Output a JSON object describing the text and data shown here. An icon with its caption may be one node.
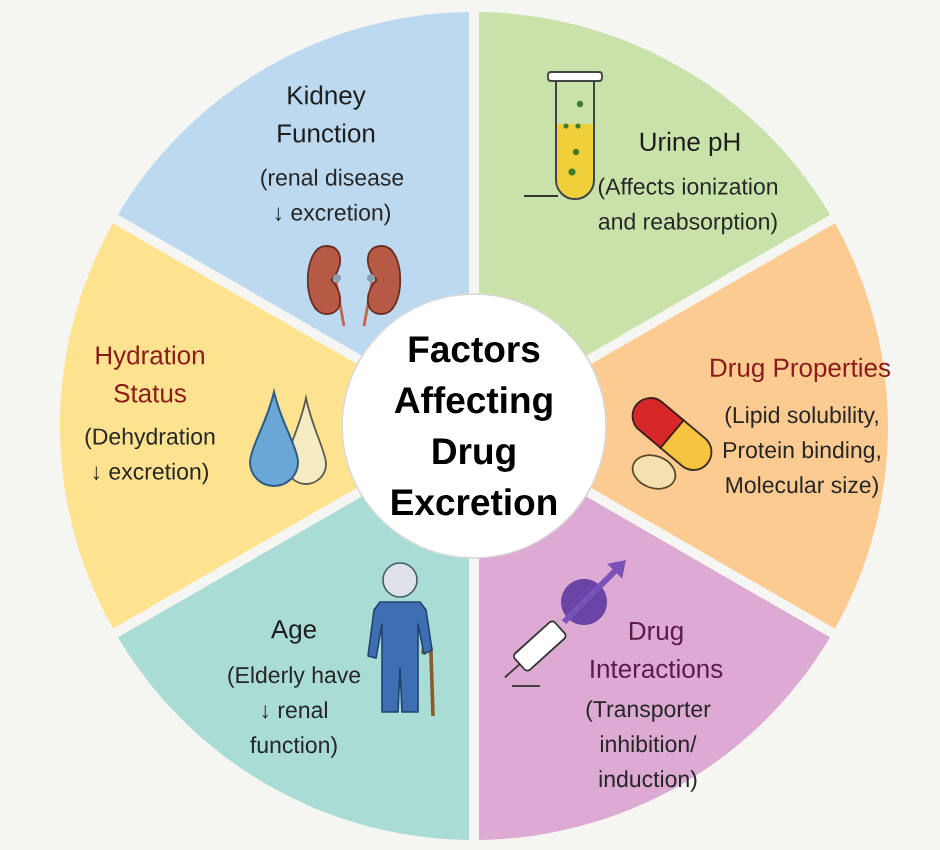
{
  "diagram": {
    "nodes": [
      {
        "text": [
          "Factors Affecting Drug Excretion"
        ]
      },
      {
        "text": [
          "Kidney Function",
          "(renal disease ↓ excretion)"
        ]
      },
      {
        "text": [
          "Urine pH",
          "(Affects ionization and reabsorption)"
        ]
      },
      {
        "text": [
          "Hydration Status",
          "(Dehydration ↓ excretion)"
        ]
      },
      {
        "text": [
          "Drug Properties",
          "(Lipid solubility, Protein binding, Molecular size)"
        ]
      },
      {
        "text": [
          "Age",
          "(Elderly have ↓ renal function)"
        ]
      },
      {
        "text": [
          "Drug Interactions",
          "(Transporter inhibition/ induction)"
        ]
      }
    ]
  }
}
